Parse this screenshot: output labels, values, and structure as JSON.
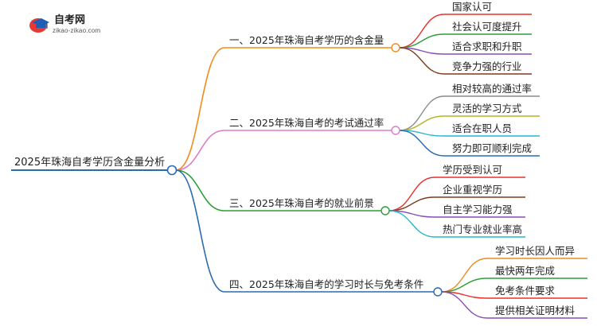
{
  "logo": {
    "title": "自考网",
    "url": "zikao-zikao.com"
  },
  "root": {
    "label": "2025年珠海自考学历含金量分析"
  },
  "branches": [
    {
      "label": "一、2025年珠海自考学历的含金量",
      "color": "#f08c1e",
      "children": [
        {
          "label": "国家认可",
          "color": "#e5322d"
        },
        {
          "label": "社会认可度提升",
          "color": "#2e9e3b"
        },
        {
          "label": "适合求职和升职",
          "color": "#8a4fb5"
        },
        {
          "label": "竞争力强的行业",
          "color": "#7a3f1a"
        }
      ]
    },
    {
      "label": "二、2025年珠海自考的考试通过率",
      "color": "#e07ac8",
      "children": [
        {
          "label": "相对较高的通过率",
          "color": "#8c8c8c"
        },
        {
          "label": "灵活的学习方式",
          "color": "#b5b520"
        },
        {
          "label": "适合在职人员",
          "color": "#26b8c8"
        },
        {
          "label": "努力即可顺利完成",
          "color": "#2a6ab0"
        }
      ]
    },
    {
      "label": "三、2025年珠海自考的就业前景",
      "color": "#2e9e3b",
      "children": [
        {
          "label": "学历受到认可",
          "color": "#e5322d"
        },
        {
          "label": "企业重视学历",
          "color": "#7a3f1a"
        },
        {
          "label": "自主学习能力强",
          "color": "#8a4fb5"
        },
        {
          "label": "热门专业就业率高",
          "color": "#26b8c8"
        }
      ]
    },
    {
      "label": "四、2025年珠海自考的学习时长与免考条件",
      "color": "#2a6ab0",
      "children": [
        {
          "label": "学习时长因人而异",
          "color": "#f08c1e"
        },
        {
          "label": "最快两年完成",
          "color": "#2e9e3b"
        },
        {
          "label": "免考条件要求",
          "color": "#e5322d"
        },
        {
          "label": "提供相关证明材料",
          "color": "#8a4fb5"
        }
      ]
    }
  ]
}
